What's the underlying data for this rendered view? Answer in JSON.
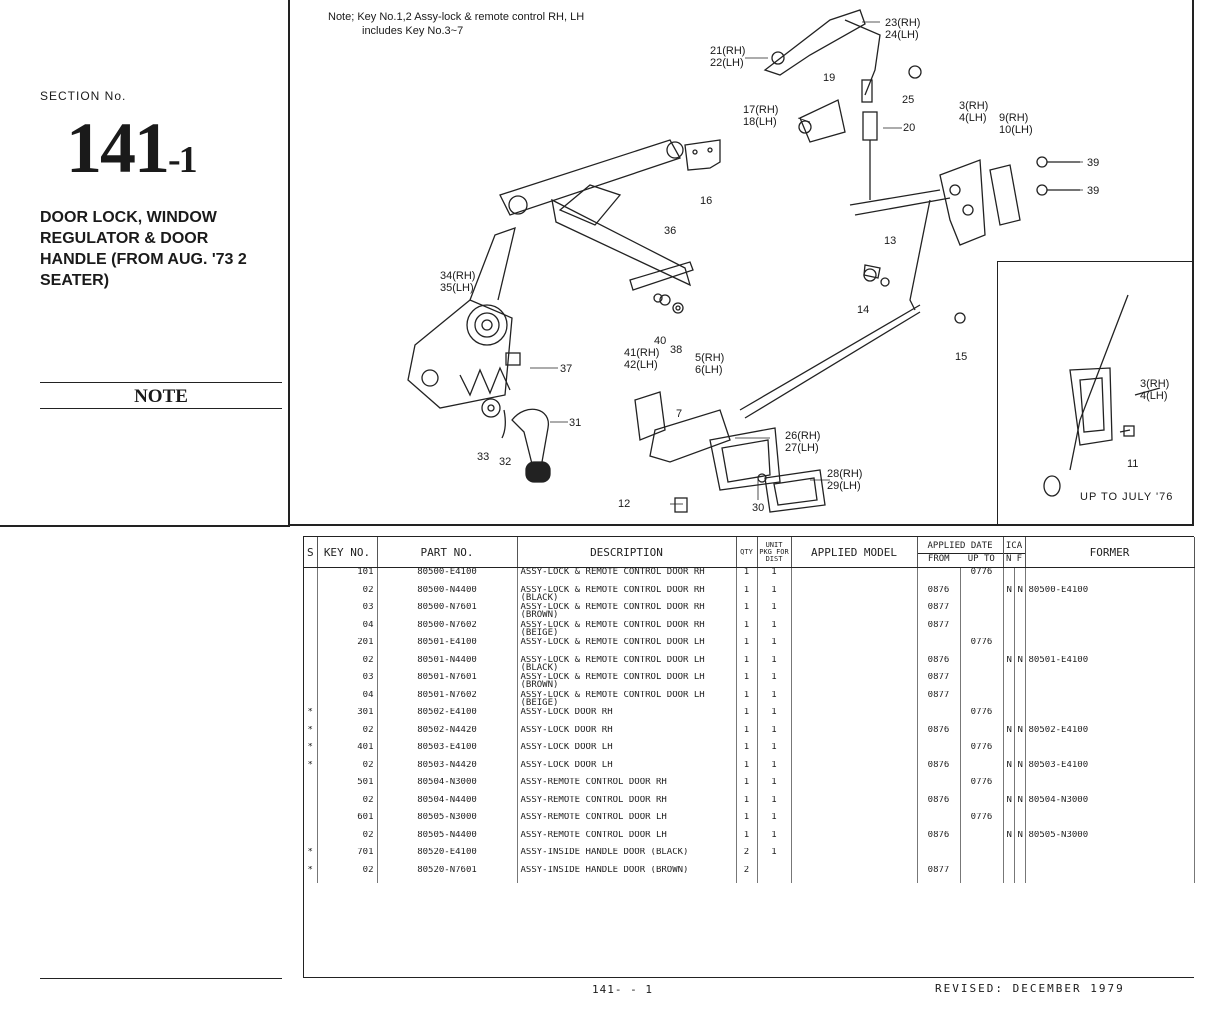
{
  "section": {
    "label": "SECTION No.",
    "number": "141",
    "suffix": "-1",
    "title": "DOOR LOCK, WINDOW REGULATOR & DOOR HANDLE (FROM AUG. '73 2 SEATER)",
    "note_title": "NOTE"
  },
  "diagram": {
    "note_line1": "Note; Key No.1,2 Assy-lock & remote control RH, LH",
    "note_line2": "includes Key No.3~7",
    "inset_caption": "UP TO JULY '76",
    "callouts": [
      {
        "id": "c-23-24",
        "text": "23(RH)\n24(LH)"
      },
      {
        "id": "c-21-22",
        "text": "21(RH)\n22(LH)"
      },
      {
        "id": "c-19",
        "text": "19"
      },
      {
        "id": "c-25",
        "text": "25"
      },
      {
        "id": "c-17-18",
        "text": "17(RH)\n18(LH)"
      },
      {
        "id": "c-20",
        "text": "20"
      },
      {
        "id": "c-3-4",
        "text": "3(RH)\n4(LH)"
      },
      {
        "id": "c-9-10",
        "text": "9(RH)\n10(LH)"
      },
      {
        "id": "c-39a",
        "text": "39"
      },
      {
        "id": "c-39b",
        "text": "39"
      },
      {
        "id": "c-16",
        "text": "16"
      },
      {
        "id": "c-36",
        "text": "36"
      },
      {
        "id": "c-13",
        "text": "13"
      },
      {
        "id": "c-34-35",
        "text": "34(RH)\n35(LH)"
      },
      {
        "id": "c-14",
        "text": "14"
      },
      {
        "id": "c-40",
        "text": "40"
      },
      {
        "id": "c-38",
        "text": "38"
      },
      {
        "id": "c-41-42",
        "text": "41(RH)\n42(LH)"
      },
      {
        "id": "c-5-6",
        "text": "5(RH)\n6(LH)"
      },
      {
        "id": "c-15",
        "text": "15"
      },
      {
        "id": "c-37",
        "text": "37"
      },
      {
        "id": "c-7",
        "text": "7"
      },
      {
        "id": "c-31",
        "text": "31"
      },
      {
        "id": "c-33",
        "text": "33"
      },
      {
        "id": "c-32",
        "text": "32"
      },
      {
        "id": "c-26-27",
        "text": "26(RH)\n27(LH)"
      },
      {
        "id": "c-28-29",
        "text": "28(RH)\n29(LH)"
      },
      {
        "id": "c-12",
        "text": "12"
      },
      {
        "id": "c-30",
        "text": "30"
      },
      {
        "id": "c-inset-3-4",
        "text": "3(RH)\n4(LH)"
      },
      {
        "id": "c-inset-11",
        "text": "11"
      }
    ]
  },
  "table": {
    "headers": {
      "s": "S",
      "key_no": "KEY NO.",
      "part_no": "PART NO.",
      "description": "DESCRIPTION",
      "qty": "QTY",
      "unit_pkg": "UNIT PKG FOR DIST",
      "applied_model": "APPLIED MODEL",
      "applied_date": "APPLIED DATE",
      "from": "FROM",
      "up_to": "UP TO",
      "ica": "ICA",
      "n": "N",
      "f": "F",
      "former": "FORMER"
    },
    "rows": [
      {
        "s": "",
        "key": "101",
        "part": "80500-E4100",
        "desc": "ASSY-LOCK & REMOTE CONTROL DOOR RH",
        "qty": "1",
        "pkg": "1",
        "from": "",
        "upto": "0776",
        "n": "",
        "f": "",
        "former": ""
      },
      {
        "s": "",
        "key": "02",
        "part": "80500-N4400",
        "desc": "ASSY-LOCK & REMOTE CONTROL DOOR RH (BLACK)",
        "qty": "1",
        "pkg": "1",
        "from": "0876",
        "upto": "",
        "n": "N",
        "f": "N",
        "former": "80500-E4100"
      },
      {
        "s": "",
        "key": "03",
        "part": "80500-N7601",
        "desc": "ASSY-LOCK & REMOTE CONTROL DOOR RH (BROWN)",
        "qty": "1",
        "pkg": "1",
        "from": "0877",
        "upto": "",
        "n": "",
        "f": "",
        "former": ""
      },
      {
        "s": "",
        "key": "04",
        "part": "80500-N7602",
        "desc": "ASSY-LOCK & REMOTE CONTROL DOOR RH (BEIGE)",
        "qty": "1",
        "pkg": "1",
        "from": "0877",
        "upto": "",
        "n": "",
        "f": "",
        "former": ""
      },
      {
        "s": "",
        "key": "201",
        "part": "80501-E4100",
        "desc": "ASSY-LOCK & REMOTE CONTROL DOOR LH",
        "qty": "1",
        "pkg": "1",
        "from": "",
        "upto": "0776",
        "n": "",
        "f": "",
        "former": ""
      },
      {
        "s": "",
        "key": "02",
        "part": "80501-N4400",
        "desc": "ASSY-LOCK & REMOTE CONTROL DOOR LH (BLACK)",
        "qty": "1",
        "pkg": "1",
        "from": "0876",
        "upto": "",
        "n": "N",
        "f": "N",
        "former": "80501-E4100"
      },
      {
        "s": "",
        "key": "03",
        "part": "80501-N7601",
        "desc": "ASSY-LOCK & REMOTE CONTROL DOOR LH (BROWN)",
        "qty": "1",
        "pkg": "1",
        "from": "0877",
        "upto": "",
        "n": "",
        "f": "",
        "former": ""
      },
      {
        "s": "",
        "key": "04",
        "part": "80501-N7602",
        "desc": "ASSY-LOCK & REMOTE CONTROL DOOR LH (BEIGE)",
        "qty": "1",
        "pkg": "1",
        "from": "0877",
        "upto": "",
        "n": "",
        "f": "",
        "former": ""
      },
      {
        "s": "*",
        "key": "301",
        "part": "80502-E4100",
        "desc": "ASSY-LOCK DOOR RH",
        "qty": "1",
        "pkg": "1",
        "from": "",
        "upto": "0776",
        "n": "",
        "f": "",
        "former": ""
      },
      {
        "s": "*",
        "key": "02",
        "part": "80502-N4420",
        "desc": "ASSY-LOCK DOOR RH",
        "qty": "1",
        "pkg": "1",
        "from": "0876",
        "upto": "",
        "n": "N",
        "f": "N",
        "former": "80502-E4100"
      },
      {
        "s": "*",
        "key": "401",
        "part": "80503-E4100",
        "desc": "ASSY-LOCK DOOR LH",
        "qty": "1",
        "pkg": "1",
        "from": "",
        "upto": "0776",
        "n": "",
        "f": "",
        "former": ""
      },
      {
        "s": "*",
        "key": "02",
        "part": "80503-N4420",
        "desc": "ASSY-LOCK DOOR LH",
        "qty": "1",
        "pkg": "1",
        "from": "0876",
        "upto": "",
        "n": "N",
        "f": "N",
        "former": "80503-E4100"
      },
      {
        "s": "",
        "key": "501",
        "part": "80504-N3000",
        "desc": "ASSY-REMOTE CONTROL DOOR RH",
        "qty": "1",
        "pkg": "1",
        "from": "",
        "upto": "0776",
        "n": "",
        "f": "",
        "former": ""
      },
      {
        "s": "",
        "key": "02",
        "part": "80504-N4400",
        "desc": "ASSY-REMOTE CONTROL DOOR RH",
        "qty": "1",
        "pkg": "1",
        "from": "0876",
        "upto": "",
        "n": "N",
        "f": "N",
        "former": "80504-N3000"
      },
      {
        "s": "",
        "key": "601",
        "part": "80505-N3000",
        "desc": "ASSY-REMOTE CONTROL DOOR LH",
        "qty": "1",
        "pkg": "1",
        "from": "",
        "upto": "0776",
        "n": "",
        "f": "",
        "former": ""
      },
      {
        "s": "",
        "key": "02",
        "part": "80505-N4400",
        "desc": "ASSY-REMOTE CONTROL DOOR LH",
        "qty": "1",
        "pkg": "1",
        "from": "0876",
        "upto": "",
        "n": "N",
        "f": "N",
        "former": "80505-N3000"
      },
      {
        "s": "*",
        "key": "701",
        "part": "80520-E4100",
        "desc": "ASSY-INSIDE HANDLE DOOR (BLACK)",
        "qty": "2",
        "pkg": "1",
        "from": "",
        "upto": "",
        "n": "",
        "f": "",
        "former": ""
      },
      {
        "s": "*",
        "key": "02",
        "part": "80520-N7601",
        "desc": "ASSY-INSIDE HANDLE DOOR (BROWN)",
        "qty": "2",
        "pkg": "",
        "from": "0877",
        "upto": "",
        "n": "",
        "f": "",
        "former": ""
      }
    ]
  },
  "footer": {
    "page": "141- - 1",
    "revised": "REVISED:    DECEMBER  1979"
  }
}
